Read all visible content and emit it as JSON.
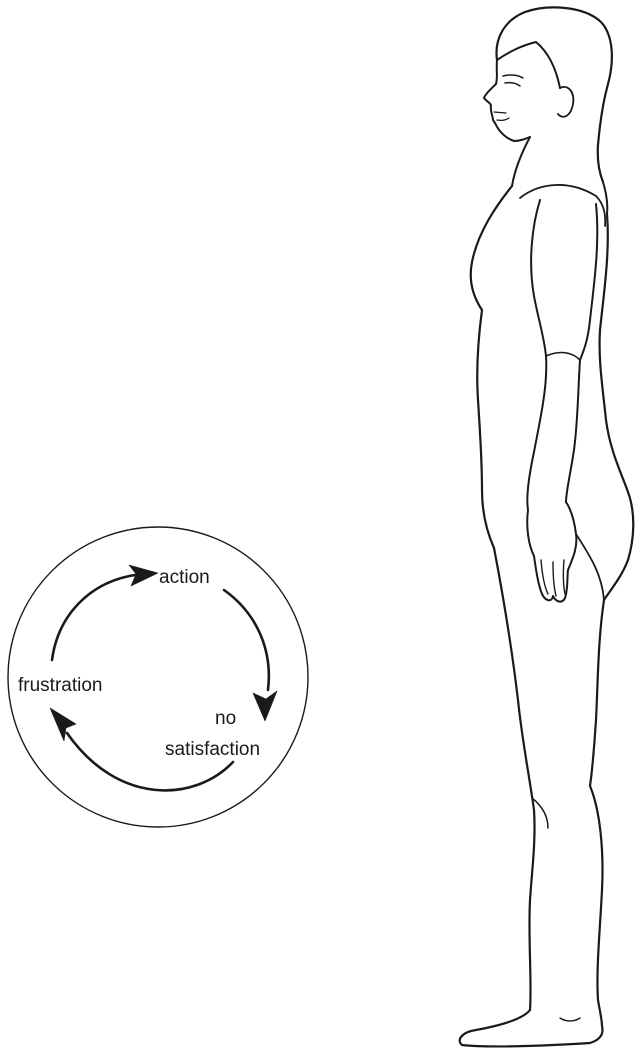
{
  "cycle": {
    "labels": {
      "action": "action",
      "no": "no",
      "satisfaction": "satisfaction",
      "frustration": "frustration"
    }
  },
  "figure": {
    "icon": "standing-person-side-profile-icon"
  },
  "colors": {
    "line": "#1a1a1a",
    "background": "#ffffff"
  }
}
